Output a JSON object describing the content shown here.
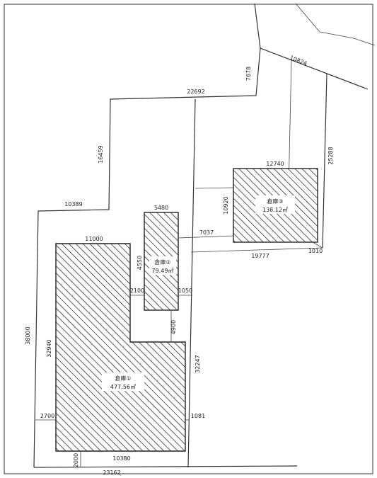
{
  "buildings": [
    {
      "id": "warehouse-1",
      "name": "倉庫①",
      "area": "477.56㎡"
    },
    {
      "id": "warehouse-2",
      "name": "倉庫②",
      "area": "79.49㎡"
    },
    {
      "id": "warehouse-3",
      "name": "倉庫③",
      "area": "138.12㎡"
    }
  ],
  "dimensions": {
    "d_23162": "23162",
    "d_10380": "10380",
    "d_11000": "11000",
    "d_32940": "32940",
    "d_38000": "38000",
    "d_2700": "2700",
    "d_1081": "1081",
    "d_2000": "2000",
    "d_4900": "4900",
    "d_32247": "32247",
    "d_1050": "1050",
    "d_2100": "2100",
    "d_4550": "4550",
    "d_5480": "5480",
    "d_7037": "7037",
    "d_10920": "10920",
    "d_12740": "12740",
    "d_19777": "19777",
    "d_1010": "1010",
    "d_25288": "25288",
    "d_10824": "10824",
    "d_7678": "7678",
    "d_22692": "22692",
    "d_16459": "16459",
    "d_10389": "10389"
  }
}
